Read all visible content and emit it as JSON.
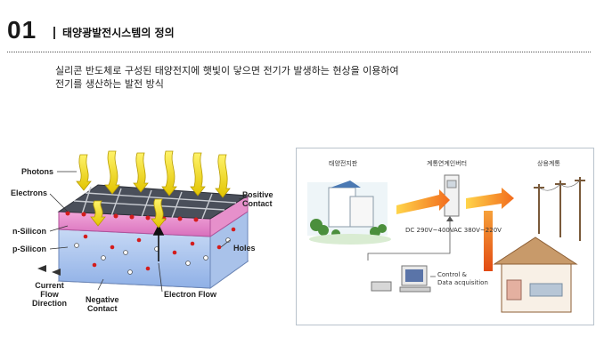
{
  "header": {
    "number": "01",
    "title": "태양광발전시스템의 정의"
  },
  "description": {
    "line1": "실리콘 반도체로 구성된 태양전지에 햇빛이 닿으면 전기가 발생하는 현상을 이용하여",
    "line2": "전기를 생산하는 발전 방식"
  },
  "cell_diagram": {
    "labels": {
      "photons": "Photons",
      "electrons": "Electrons",
      "n_silicon": "n-Silicon",
      "p_silicon": "p-Silicon",
      "current_flow": "Current\nFlow\nDirection",
      "negative_contact": "Negative\nContact",
      "electron_flow": "Electron Flow",
      "holes": "Holes",
      "positive_contact": "Positive\nContact"
    }
  },
  "system_diagram": {
    "labels": {
      "solar_panel": "태양전지판",
      "inverter": "계통연계인버터",
      "grid": "상용계통",
      "dc_range": "DC 290V~400V",
      "ac_range": "AC 380V~220V",
      "control": "Control &\nData acquisition"
    }
  }
}
